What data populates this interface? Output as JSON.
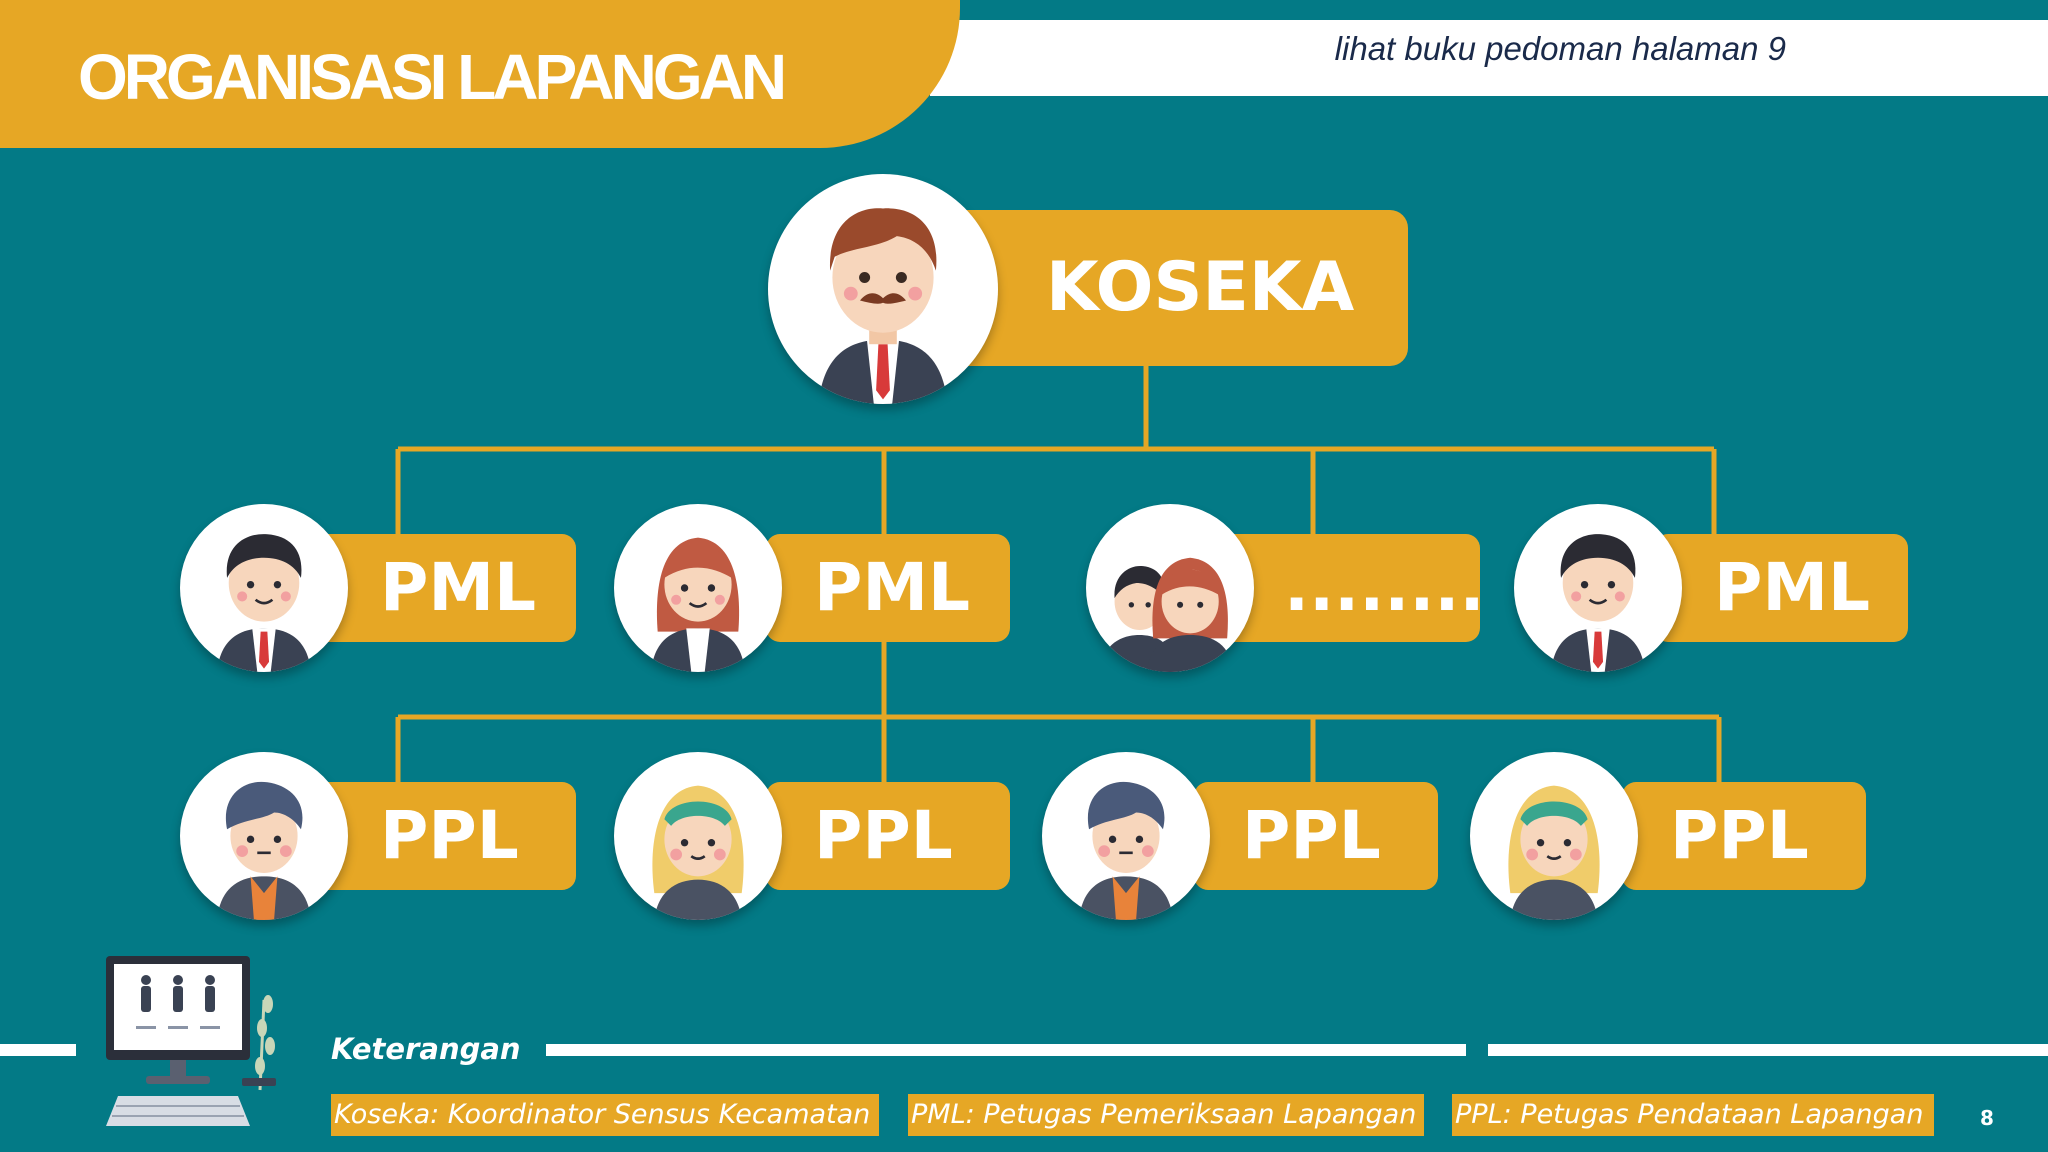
{
  "header": {
    "title": "ORGANISASI LAPANGAN",
    "reference_note": "lihat buku pedoman halaman 9"
  },
  "org_chart": {
    "top": {
      "label": "KOSEKA",
      "icon": "man-mustache-suit-icon"
    },
    "pml_row": [
      {
        "label": "PML",
        "icon": "man-suit-icon"
      },
      {
        "label": "PML",
        "icon": "woman-suit-icon"
      },
      {
        "label": "........",
        "icon": "group-people-icon"
      },
      {
        "label": "PML",
        "icon": "man-suit-icon"
      }
    ],
    "ppl_row": [
      {
        "label": "PPL",
        "icon": "young-man-icon"
      },
      {
        "label": "PPL",
        "icon": "girl-headband-icon"
      },
      {
        "label": "PPL",
        "icon": "young-man-icon"
      },
      {
        "label": "PPL",
        "icon": "girl-headband-icon"
      }
    ]
  },
  "footer": {
    "legend_title": "Keterangan",
    "legend_items": [
      "Koseka: Koordinator Sensus Kecamatan",
      "PML: Petugas Pemeriksaan Lapangan",
      "PPL: Petugas Pendataan Lapangan"
    ],
    "page_number": "8"
  },
  "colors": {
    "background": "#037a86",
    "accent": "#e6a725",
    "text_light": "#ffffff",
    "text_dark": "#1a2a4a"
  }
}
